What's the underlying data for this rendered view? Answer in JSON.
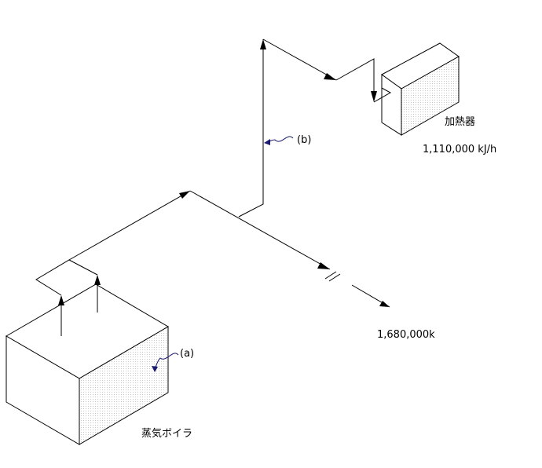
{
  "labels": {
    "boiler": "蒸気ボイラ",
    "heater": "加熱器",
    "heater_duty": "1,110,000  kJ/h",
    "outflow": "1,680,000k",
    "marker_a": "(a)",
    "marker_b": "(b)"
  },
  "colors": {
    "line": "#000000",
    "callout": "#1a1a6e",
    "dot_fill": "#c8c8c8"
  }
}
